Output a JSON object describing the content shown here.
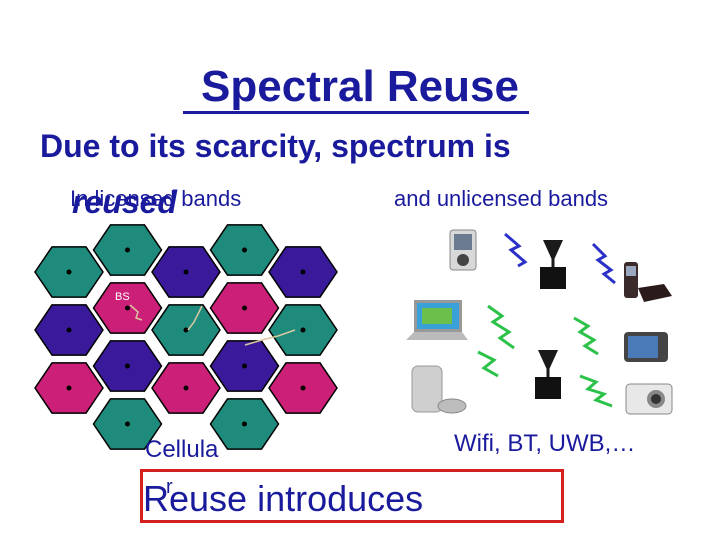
{
  "slide": {
    "title": "Spectral Reuse",
    "subtitle": "Due to its scarcity, spectrum is",
    "reused": "reused",
    "licensed_label": "In licensed bands",
    "unlicensed_label": "and unlicensed bands",
    "cellular_line1": "Cellula",
    "cellular_line2": "r",
    "wifi_label": "Wifi, BT, UWB,…",
    "reuse_text": "Reuse introduces",
    "bs_label": "BS",
    "colors": {
      "title": "#1a1a9c",
      "teal": "#1f8b7c",
      "magenta": "#cc1f77",
      "indigo": "#3a1a9a",
      "box_border": "#d42020",
      "signal_green": "#2cc24a",
      "signal_blue": "#2a30c8"
    },
    "icons": [
      "phone-icon",
      "laptop-icon",
      "game-console-icon",
      "pda-icon",
      "camera-icon",
      "music-player-icon",
      "antenna-icon"
    ]
  }
}
